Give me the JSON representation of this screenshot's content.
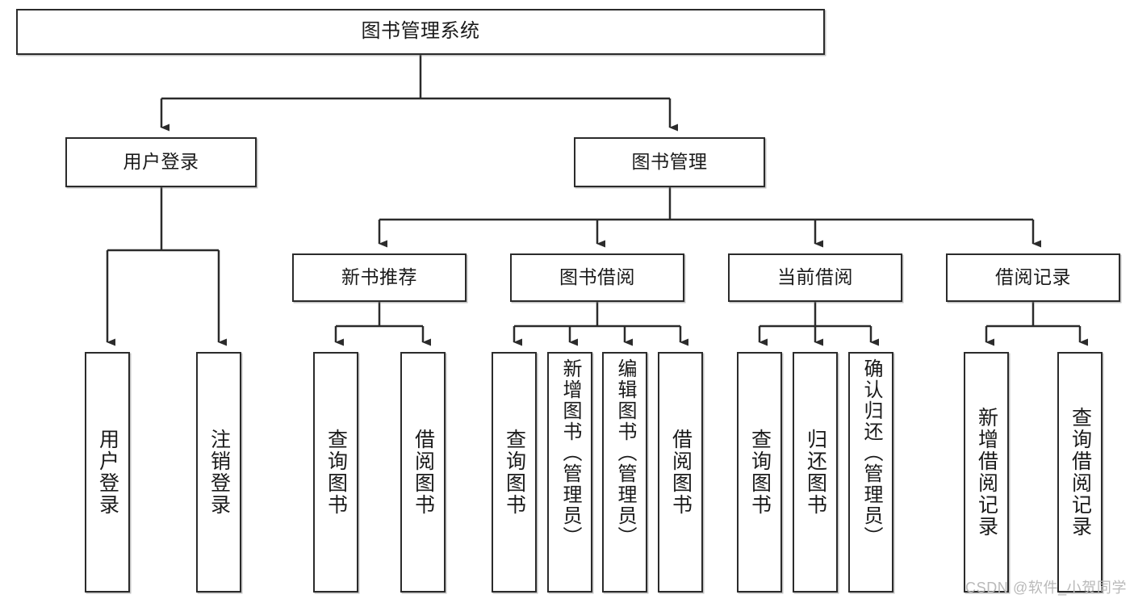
{
  "diagram": {
    "type": "tree",
    "title": "图书管理系统",
    "root": {
      "label": "图书管理系统"
    },
    "level2": [
      {
        "label": "用户登录"
      },
      {
        "label": "图书管理"
      }
    ],
    "level3": [
      {
        "label": "新书推荐"
      },
      {
        "label": "图书借阅"
      },
      {
        "label": "当前借阅"
      },
      {
        "label": "借阅记录"
      }
    ],
    "leaves": [
      {
        "label": "用户登录",
        "parent": "用户登录"
      },
      {
        "label": "注销登录",
        "parent": "用户登录"
      },
      {
        "label": "查询图书",
        "parent": "新书推荐"
      },
      {
        "label": "借阅图书",
        "parent": "新书推荐"
      },
      {
        "label": "查询图书",
        "parent": "图书借阅"
      },
      {
        "label": "新增图书（管理员）",
        "parent": "图书借阅"
      },
      {
        "label": "编辑图书（管理员）",
        "parent": "图书借阅"
      },
      {
        "label": "借阅图书",
        "parent": "图书借阅"
      },
      {
        "label": "查询图书",
        "parent": "当前借阅"
      },
      {
        "label": "归还图书",
        "parent": "当前借阅"
      },
      {
        "label": "确认归还（管理员）",
        "parent": "当前借阅"
      },
      {
        "label": "新增借阅记录",
        "parent": "借阅记录"
      },
      {
        "label": "查询借阅记录",
        "parent": "借阅记录"
      }
    ]
  },
  "watermark": {
    "text": "CSDN @软件_小贺同学"
  },
  "colors": {
    "stroke": "#2b2b2b",
    "fill": "#ffffff",
    "text": "#1a1a1a",
    "watermark": "#b9b9b9"
  }
}
